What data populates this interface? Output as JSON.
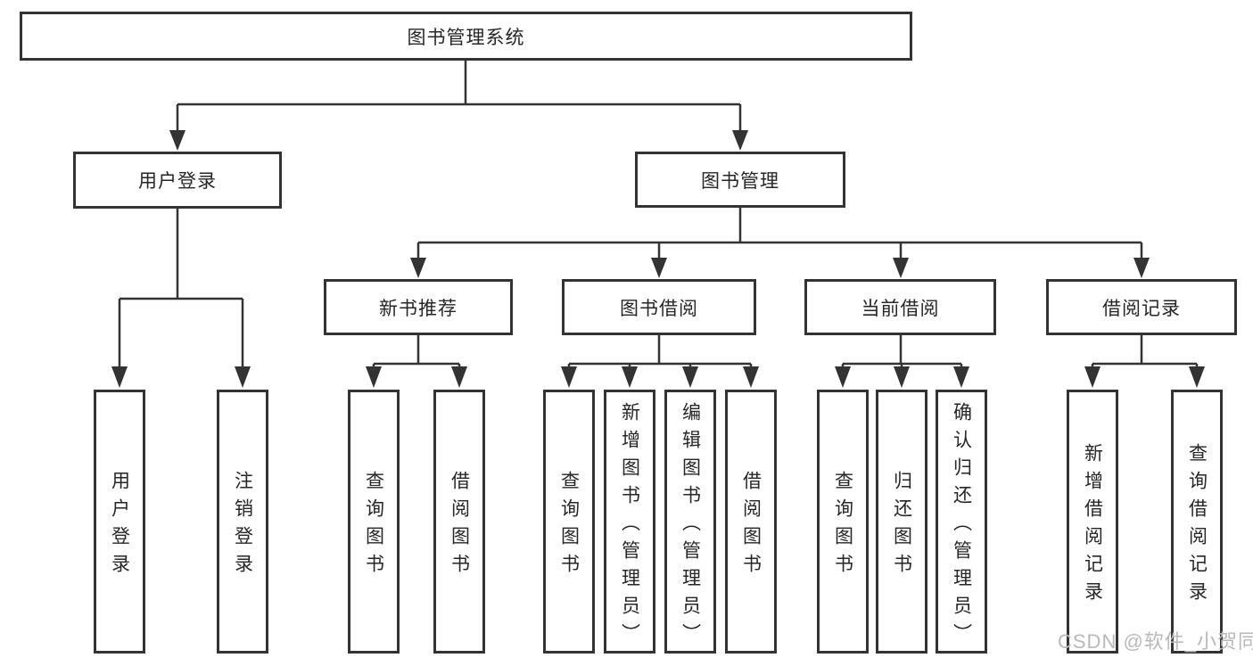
{
  "diagram": {
    "title": "图书管理系统",
    "tree": {
      "root": "图书管理系统",
      "children": [
        {
          "label": "用户登录",
          "children": [
            {
              "label": "用户登录"
            },
            {
              "label": "注销登录"
            }
          ]
        },
        {
          "label": "图书管理",
          "children": [
            {
              "label": "新书推荐",
              "children": [
                {
                  "label": "查询图书"
                },
                {
                  "label": "借阅图书"
                }
              ]
            },
            {
              "label": "图书借阅",
              "children": [
                {
                  "label": "查询图书"
                },
                {
                  "label": "新增图书（管理员）"
                },
                {
                  "label": "编辑图书（管理员）"
                },
                {
                  "label": "借阅图书"
                }
              ]
            },
            {
              "label": "当前借阅",
              "children": [
                {
                  "label": "查询图书"
                },
                {
                  "label": "归还图书"
                },
                {
                  "label": "确认归还（管理员）"
                }
              ]
            },
            {
              "label": "借阅记录",
              "children": [
                {
                  "label": "新增借阅记录"
                },
                {
                  "label": "查询借阅记录"
                }
              ]
            }
          ]
        }
      ]
    }
  },
  "watermark": "CSDN @软件_小贺同学",
  "colors": {
    "line": "#333333",
    "text": "#262626",
    "watermark": "#b9b9b9",
    "background": "#ffffff"
  }
}
